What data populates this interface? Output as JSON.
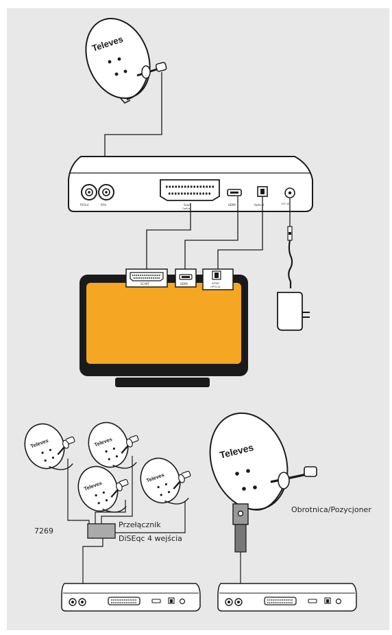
{
  "brand_logo_text": "Televes",
  "receiver_ports": {
    "rf_out": "RFOut",
    "rf_in": "RFin",
    "scart": "Scart",
    "scart_sub": "Optical",
    "hdmi": "HDMI",
    "optical": "Optical",
    "dc": "12V 1A"
  },
  "tv_ports": {
    "scart": "SCART",
    "hdmi": "HDMI",
    "spdif": "S/PDIF",
    "optical": "OPTICAL"
  },
  "labels": {
    "switch_code": "7269",
    "switch_line1": "Przełącznik",
    "switch_line2": "DiSEqc 4 wejścia",
    "positioner": "Obrotnica/Pozycjoner"
  },
  "colors": {
    "panel_bg": "#e8e8e8",
    "tv_screen": "#f5a623",
    "line": "#1a1a1a",
    "switch_box": "#aaaaaa",
    "positioner_body": "#999999"
  }
}
